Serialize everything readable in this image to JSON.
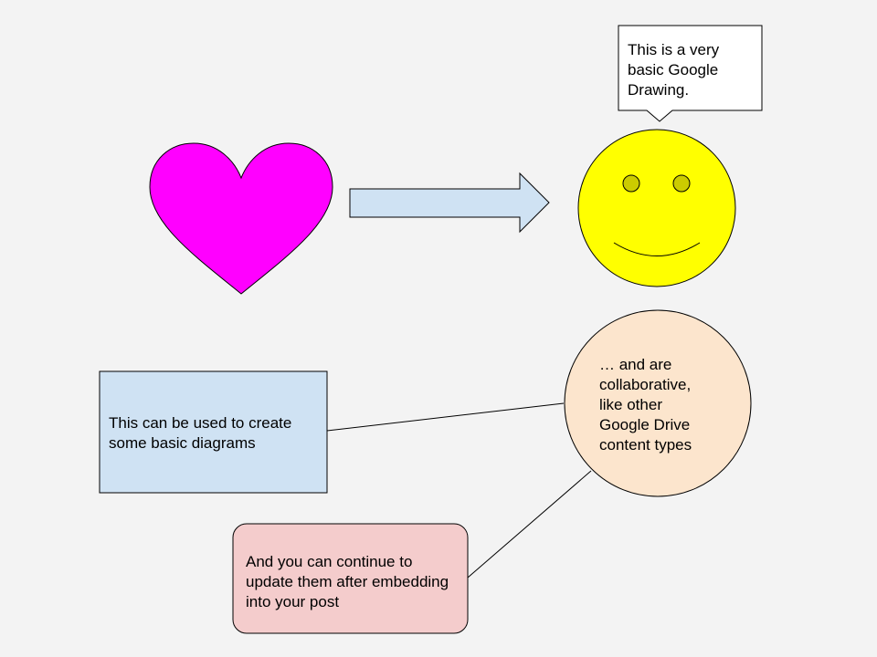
{
  "canvas": {
    "background": "#f3f3f3"
  },
  "shapes": {
    "heart": {
      "fill": "#ff00ff"
    },
    "arrow": {
      "fill": "#cfe2f3"
    },
    "smiley": {
      "fill": "#ffff00",
      "eyes_fill": "#cccc00"
    },
    "callout": {
      "fill": "#ffffff",
      "text": "This is a very basic Google Drawing."
    },
    "blue_box": {
      "fill": "#cfe2f3",
      "text": "This can be used to create some basic diagrams"
    },
    "circle": {
      "fill": "#fce5cd",
      "text": "… and are collaborative, like other Google Drive content types"
    },
    "pink_box": {
      "fill": "#f4cccc",
      "text": "And you can continue to update them after embedding into your post"
    }
  }
}
